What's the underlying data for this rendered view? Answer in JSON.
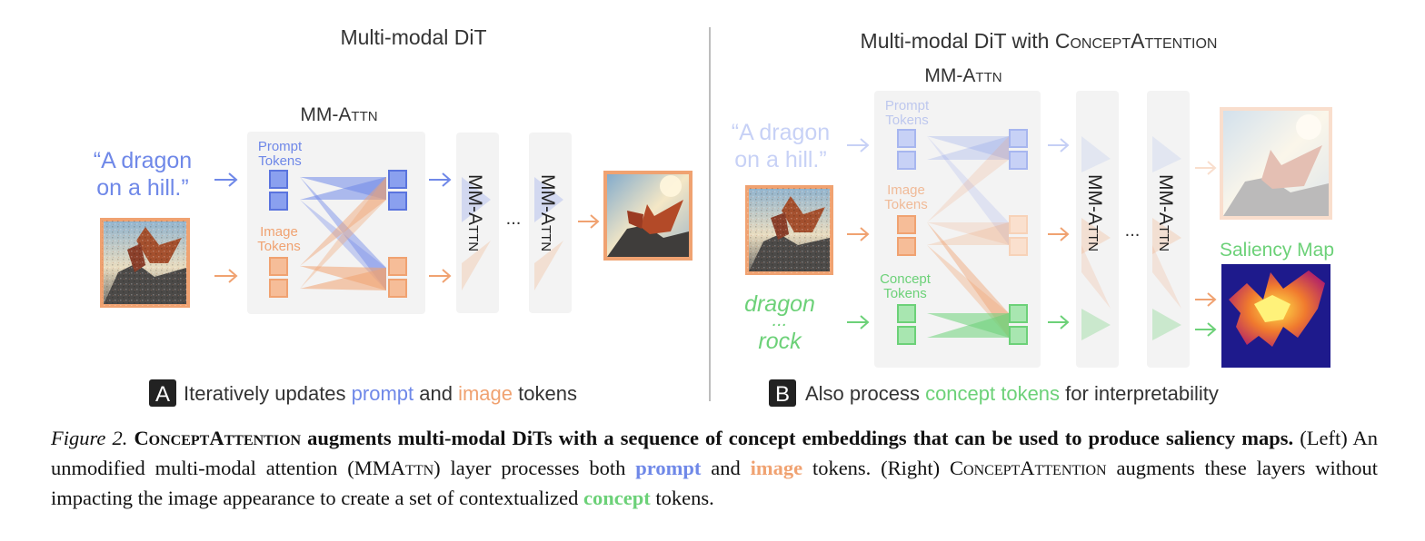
{
  "colors": {
    "prompt": "#6f88e8",
    "image": "#f0a271",
    "concept": "#6cd178",
    "panel": "#f3f3f3",
    "text": "#333333"
  },
  "left": {
    "title": "Multi-modal DiT",
    "mmattn_label": "MM-Attn",
    "prompt_line1": "“A dragon",
    "prompt_line2": "on a hill.”",
    "prompt_tokens_l1": "Prompt",
    "prompt_tokens_l2": "Tokens",
    "image_tokens_l1": "Image",
    "image_tokens_l2": "Tokens",
    "layer1": "MM-Attn",
    "ellipsis": "...",
    "layer2": "MM-Attn",
    "panel_letter": "A",
    "desc_pre": "Iteratively updates ",
    "desc_prompt": "prompt",
    "desc_mid": " and ",
    "desc_image": "image",
    "desc_post": " tokens"
  },
  "right": {
    "title_pre": "Multi-modal DiT with ",
    "title_sc": "ConceptAttention",
    "mmattn_label": "MM-Attn",
    "prompt_line1": "“A dragon",
    "prompt_line2": "on a hill.”",
    "prompt_tokens_l1": "Prompt",
    "prompt_tokens_l2": "Tokens",
    "image_tokens_l1": "Image",
    "image_tokens_l2": "Tokens",
    "concept_tokens_l1": "Concept",
    "concept_tokens_l2": "Tokens",
    "concept_word1": "dragon",
    "concept_dots": "...",
    "concept_word2": "rock",
    "layer1": "MM-Attn",
    "ellipsis": "...",
    "layer2": "MM-Attn",
    "saliency_label": "Saliency Map",
    "panel_letter": "B",
    "desc_pre": "Also process ",
    "desc_concept": "concept tokens",
    "desc_post": " for interpretability"
  },
  "caption": {
    "fig_label": "Figure 2.",
    "bold_sc": "ConceptAttention",
    "bold_text": " augments multi-modal DiTs with a sequence of concept embeddings that can be used to produce saliency maps.",
    "t1": " (Left) An unmodified multi-modal attention (",
    "mmattn_sc": "MMAttn",
    "t2": ") layer processes both ",
    "prompt": "prompt",
    "t3": " and ",
    "image": "image",
    "t4": " tokens. (Right) ",
    "right_sc": "ConceptAttention",
    "t5": " augments these layers without impacting the image appearance to create a set of contextualized ",
    "concept": "concept",
    "t6": " tokens."
  }
}
